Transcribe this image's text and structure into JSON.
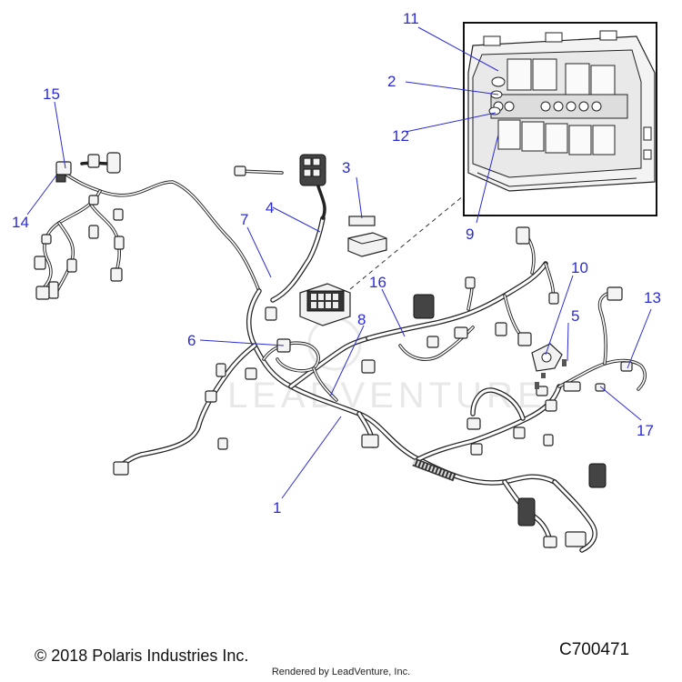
{
  "diagram": {
    "callouts": [
      "1",
      "2",
      "3",
      "4",
      "5",
      "6",
      "7",
      "8",
      "9",
      "10",
      "11",
      "12",
      "13",
      "14",
      "15",
      "16",
      "17"
    ],
    "watermark": "LEADVENTURE",
    "accent_color": "#2b2bd6"
  },
  "footer": {
    "copyright": "© 2018 Polaris Industries Inc.",
    "figure_id": "C700471",
    "rendered_by": "Rendered by LeadVenture, Inc."
  }
}
